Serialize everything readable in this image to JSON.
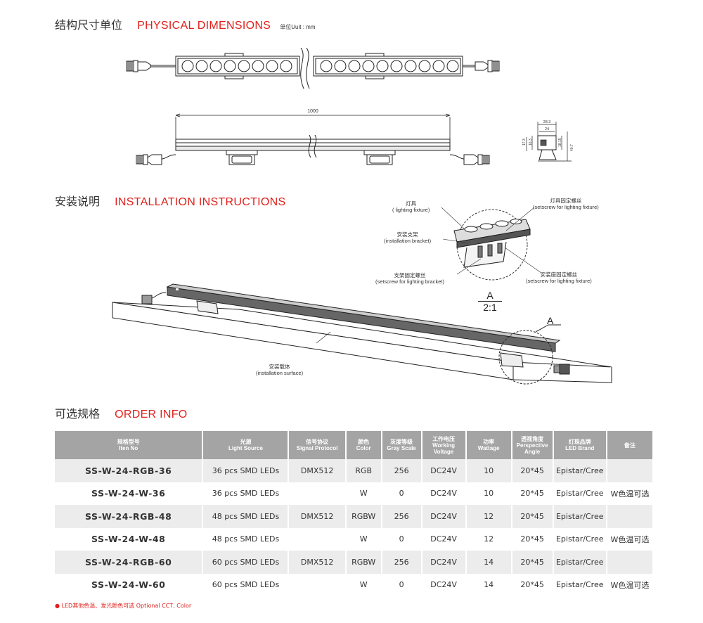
{
  "sections": {
    "physical": {
      "cn": "结构尺寸单位",
      "en": "PHYSICAL DIMENSIONS",
      "unit": "单位Uuit : mm"
    },
    "installation": {
      "cn": "安装说明",
      "en": "INSTALLATION INSTRUCTIONS"
    },
    "order": {
      "cn": "可选规格",
      "en": "ORDER INFO"
    }
  },
  "dimensions": {
    "length": "1000",
    "side": [
      "28.3",
      "24",
      "17.3",
      "16.3",
      "18.15",
      "40.7"
    ]
  },
  "install_labels": {
    "fixture_cn": "灯具",
    "fixture_en": "( lighting fixture)",
    "screw_fixture_cn": "灯具固定螺丝",
    "screw_fixture_en": "(setscrew for lighting fixture)",
    "bracket_cn": "安装支架",
    "bracket_en": "(installation bracket)",
    "screw_bracket_cn": "支架固定螺丝",
    "screw_bracket_en": "(setscrew for lighting bracket)",
    "screw_base_cn": "安装座固定螺丝",
    "screw_base_en": "(setscrew for lighting fixture)",
    "surface_cn": "安装载体",
    "surface_en": "(installation surface)",
    "detail_a": "A",
    "scale": "2:1",
    "callout_a": "A"
  },
  "table": {
    "headers": [
      {
        "cn": "规格型号",
        "en": "Iten No"
      },
      {
        "cn": "光源",
        "en": "Light Source"
      },
      {
        "cn": "信号协议",
        "en": "Signal Protocol"
      },
      {
        "cn": "颜色",
        "en": "Color"
      },
      {
        "cn": "灰度等级",
        "en": "Gray Scale"
      },
      {
        "cn": "工作电压",
        "en": "Working Voltage"
      },
      {
        "cn": "功率",
        "en": "Wattage"
      },
      {
        "cn": "透视角度",
        "en": "Perspective Angle"
      },
      {
        "cn": "灯珠品牌",
        "en": "LED Brand"
      },
      {
        "cn": "备注",
        "en": ""
      }
    ],
    "rows": [
      [
        "SS-W-24-RGB-36",
        "36 pcs SMD LEDs",
        "DMX512",
        "RGB",
        "256",
        "DC24V",
        "10",
        "20*45",
        "Epistar/Cree",
        ""
      ],
      [
        "SS-W-24-W-36",
        "36 pcs SMD LEDs",
        "",
        "W",
        "0",
        "DC24V",
        "10",
        "20*45",
        "Epistar/Cree",
        "W色温可选"
      ],
      [
        "SS-W-24-RGB-48",
        "48 pcs SMD LEDs",
        "DMX512",
        "RGBW",
        "256",
        "DC24V",
        "12",
        "20*45",
        "Epistar/Cree",
        ""
      ],
      [
        "SS-W-24-W-48",
        "48 pcs SMD LEDs",
        "",
        "W",
        "0",
        "DC24V",
        "12",
        "20*45",
        "Epistar/Cree",
        "W色温可选"
      ],
      [
        "SS-W-24-RGB-60",
        "60 pcs SMD LEDs",
        "DMX512",
        "RGBW",
        "256",
        "DC24V",
        "14",
        "20*45",
        "Epistar/Cree",
        ""
      ],
      [
        "SS-W-24-W-60",
        "60 pcs SMD LEDs",
        "",
        "W",
        "0",
        "DC24V",
        "14",
        "20*45",
        "Epistar/Cree",
        "W色温可选"
      ]
    ]
  },
  "note": "● LED其他色温、发光颜色可选  Optional CCT, Color",
  "colors": {
    "accent": "#e0201b",
    "header_bg": "#a4a4a4",
    "row_shade": "#ececec"
  }
}
